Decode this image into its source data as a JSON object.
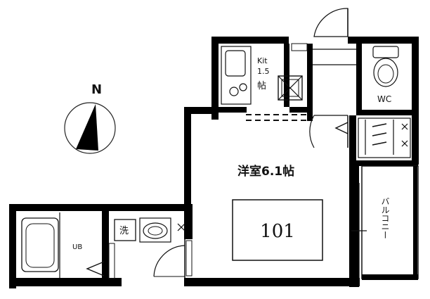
{
  "compass": {
    "north_label": "N"
  },
  "rooms": {
    "kitchen": {
      "line1": "Kit",
      "line2": "1.5",
      "line3": "帖"
    },
    "wc": {
      "label": "WC"
    },
    "western_room": {
      "label": "洋室6.1帖"
    },
    "room_number": {
      "label": "101"
    },
    "bath": {
      "label": "UB"
    },
    "washer": {
      "label": "洗"
    },
    "balcony": {
      "label": "バルコニー"
    }
  },
  "colors": {
    "wall": "#000000",
    "line": "#111111",
    "background": "#ffffff"
  }
}
